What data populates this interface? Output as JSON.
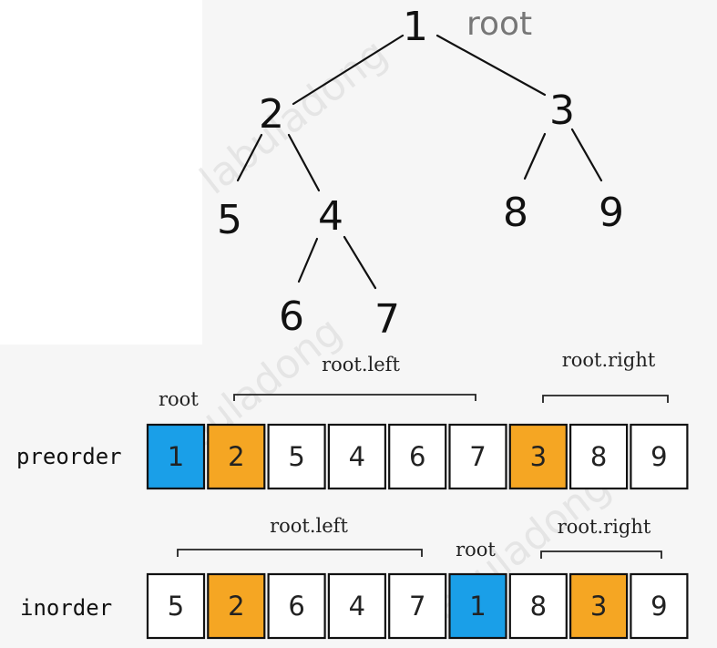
{
  "tree": {
    "root_tag": "root",
    "nodes": [
      {
        "id": "1",
        "label": "1"
      },
      {
        "id": "2",
        "label": "2"
      },
      {
        "id": "3",
        "label": "3"
      },
      {
        "id": "5",
        "label": "5"
      },
      {
        "id": "4",
        "label": "4"
      },
      {
        "id": "8",
        "label": "8"
      },
      {
        "id": "9",
        "label": "9"
      },
      {
        "id": "6",
        "label": "6"
      },
      {
        "id": "7",
        "label": "7"
      }
    ],
    "edges": [
      [
        "1",
        "2"
      ],
      [
        "1",
        "3"
      ],
      [
        "2",
        "5"
      ],
      [
        "2",
        "4"
      ],
      [
        "3",
        "8"
      ],
      [
        "3",
        "9"
      ],
      [
        "4",
        "6"
      ],
      [
        "4",
        "7"
      ]
    ]
  },
  "preorder": {
    "label": "preorder",
    "root_label": "root",
    "left_label": "root.left",
    "right_label": "root.right",
    "cells": [
      {
        "value": "1",
        "role": "root"
      },
      {
        "value": "2",
        "role": "child-root"
      },
      {
        "value": "5",
        "role": "plain"
      },
      {
        "value": "4",
        "role": "plain"
      },
      {
        "value": "6",
        "role": "plain"
      },
      {
        "value": "7",
        "role": "plain"
      },
      {
        "value": "3",
        "role": "child-root"
      },
      {
        "value": "8",
        "role": "plain"
      },
      {
        "value": "9",
        "role": "plain"
      }
    ]
  },
  "inorder": {
    "label": "inorder",
    "root_label": "root",
    "left_label": "root.left",
    "right_label": "root.right",
    "cells": [
      {
        "value": "5",
        "role": "plain"
      },
      {
        "value": "2",
        "role": "child-root"
      },
      {
        "value": "6",
        "role": "plain"
      },
      {
        "value": "4",
        "role": "plain"
      },
      {
        "value": "7",
        "role": "plain"
      },
      {
        "value": "1",
        "role": "root"
      },
      {
        "value": "8",
        "role": "plain"
      },
      {
        "value": "3",
        "role": "child-root"
      },
      {
        "value": "9",
        "role": "plain"
      }
    ]
  },
  "watermark": "labuladong",
  "colors": {
    "root": "#1a9fe8",
    "child-root": "#f5a623",
    "plain": "#ffffff",
    "border": "#111111"
  }
}
